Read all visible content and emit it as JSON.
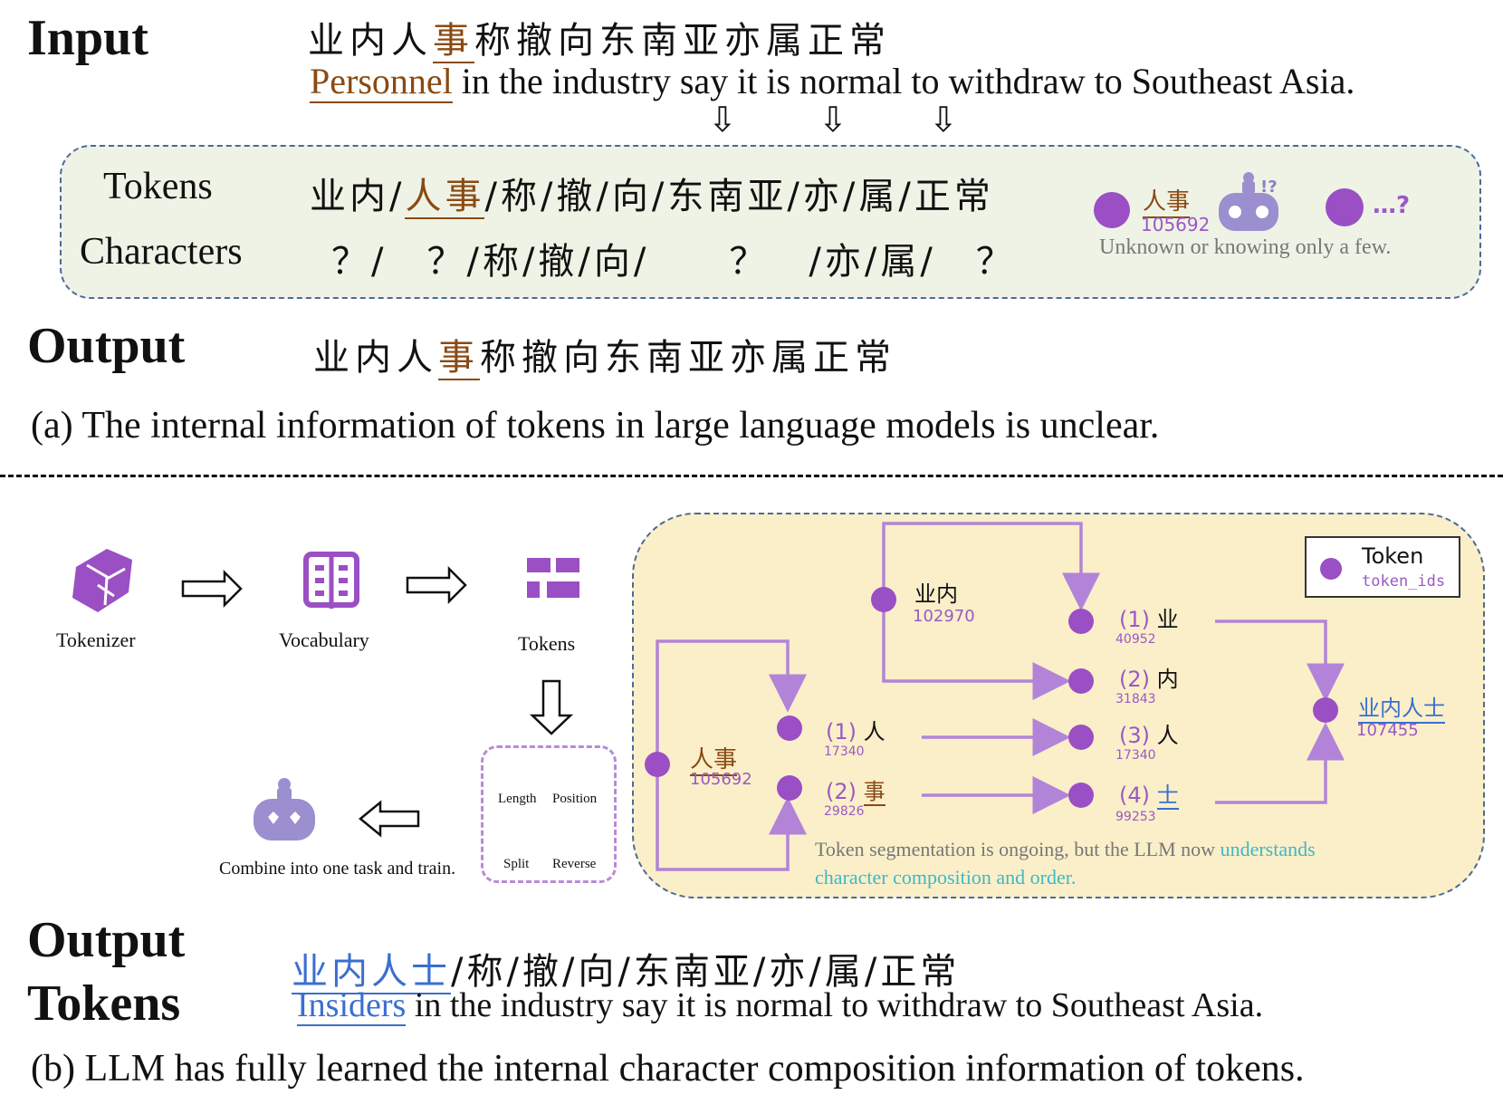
{
  "part_a": {
    "input_label": "Input",
    "input_cn_pre": "业内人",
    "input_cn_hl": "事",
    "input_cn_post": "称撤向东南亚亦属正常",
    "input_en_hl": "Personnel",
    "input_en_rest": " in the industry say it is normal to withdraw to Southeast Asia.",
    "arrows": [
      "⇩",
      "⇩",
      "⇩"
    ],
    "tokens_label": "Tokens",
    "tokens_pre": "业内/",
    "tokens_hl": "人事",
    "tokens_post": "/称/撤/向/东南亚/亦/属/正常",
    "characters_label": "Characters",
    "characters_row": "？/　？/称/撤/向/　　？　/亦/属/　？",
    "side_token_text": "人事",
    "side_token_id": "105692",
    "side_unknown": "…?",
    "side_caption": "Unknown or knowing only a few.",
    "output_label": "Output",
    "output_pre": "业内人",
    "output_hl": "事",
    "output_post": "称撤向东南亚亦属正常",
    "caption": "(a)  The internal information of tokens in large language models is unclear."
  },
  "part_b": {
    "tokenizer_label": "Tokenizer",
    "vocabulary_label": "Vocabulary",
    "tokens_label": "Tokens",
    "combine_label": "Combine into one task and train.",
    "tasks": [
      "Length",
      "Position",
      "Split",
      "Reverse"
    ],
    "legend_title": "Token",
    "legend_sub": "token_ids",
    "nodes": {
      "renshi": {
        "text": "人事",
        "id": "105692"
      },
      "yenei": {
        "text": "业内",
        "id": "102970"
      },
      "ren1": {
        "index": "(1)",
        "char": "人",
        "id": "17340"
      },
      "shi2": {
        "index": "(2)",
        "char": "事",
        "id": "29826"
      },
      "ye1": {
        "index": "(1)",
        "char": "业",
        "id": "40952"
      },
      "nei2": {
        "index": "(2)",
        "char": "内",
        "id": "31843"
      },
      "ren3": {
        "index": "(3)",
        "char": "人",
        "id": "17340"
      },
      "shi4": {
        "index": "(4)",
        "char": "士",
        "id": "99253"
      },
      "result": {
        "text": "业内人士",
        "id": "107455"
      }
    },
    "note_gray": "Token segmentation is ongoing, but the LLM now ",
    "note_teal_1": "understands",
    "note_teal_2": "character composition and order.",
    "output_label": "Output",
    "tokens_head": "Tokens",
    "out_tokens_hl": "业内人士",
    "out_tokens_rest": "/称/撤/向/东南亚/亦/属/正常",
    "out_en_hl": "Insiders",
    "out_en_rest": " in the industry say it is normal to withdraw to Southeast Asia.",
    "caption": "(b)  LLM has fully learned the internal character composition information of tokens."
  },
  "colors": {
    "accent_purple": "#9b4fc4",
    "highlight_brown": "#8a4a12",
    "highlight_blue": "#3a6fcf",
    "note_teal": "#3fb8c4"
  }
}
